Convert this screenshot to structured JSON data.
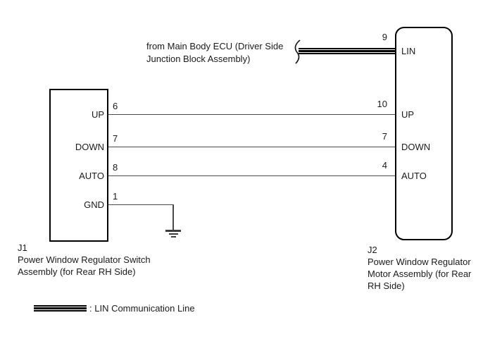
{
  "ecu_source": {
    "line1": "from Main Body ECU (Driver Side",
    "line2": "Junction Block Assembly)"
  },
  "j1": {
    "id": "J1",
    "caption_line1": "Power Window Regulator Switch",
    "caption_line2": "Assembly (for Rear RH Side)",
    "pins": [
      {
        "name": "UP",
        "number": "6"
      },
      {
        "name": "DOWN",
        "number": "7"
      },
      {
        "name": "AUTO",
        "number": "8"
      },
      {
        "name": "GND",
        "number": "1"
      }
    ]
  },
  "j2": {
    "id": "J2",
    "caption_line1": "Power Window Regulator",
    "caption_line2": "Motor Assembly (for Rear",
    "caption_line3": "RH Side)",
    "pins": [
      {
        "name": "LIN",
        "number": "9"
      },
      {
        "name": "UP",
        "number": "10"
      },
      {
        "name": "DOWN",
        "number": "7"
      },
      {
        "name": "AUTO",
        "number": "4"
      }
    ]
  },
  "legend": {
    "label": ": LIN Communication Line"
  },
  "colors": {
    "wire": "#4a4a4a",
    "border": "#000000",
    "text": "#1a1a1a",
    "background": "#ffffff"
  }
}
